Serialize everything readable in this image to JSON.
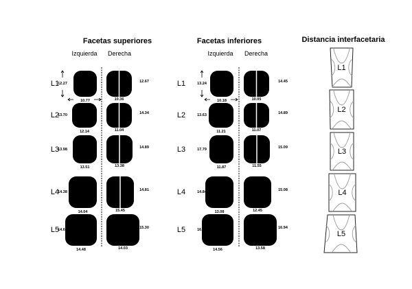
{
  "levels": [
    "L1",
    "L2",
    "L3",
    "L4",
    "L5"
  ],
  "panels": [
    {
      "title": "Facetas superiores",
      "left_label": "Izquierda",
      "right_label": "Derecha",
      "left_heights": [
        "12.27",
        "13.70",
        "13.98",
        "14.38",
        "14.66"
      ],
      "left_widths": [
        "10.77",
        "12.14",
        "13.51",
        "14.04",
        "14.48"
      ],
      "right_heights": [
        "12.67",
        "14.34",
        "14.89",
        "14.81",
        "15.30"
      ],
      "right_widths": [
        "10.36",
        "11.04",
        "13.38",
        "15.45",
        "14.03"
      ],
      "right_split": [
        true,
        true,
        true,
        true,
        false
      ]
    },
    {
      "title": "Facetas inferiores",
      "left_label": "Izquierda",
      "right_label": "Derecha",
      "left_heights": [
        "13.24",
        "13.63",
        "17.79",
        "14.84",
        "16.50"
      ],
      "left_widths": [
        "10.18",
        "11.21",
        "11.87",
        "13.08",
        "14.56"
      ],
      "right_heights": [
        "14.45",
        "14.89",
        "15.09",
        "15.08",
        "16.94"
      ],
      "right_widths": [
        "10.05",
        "11.07",
        "11.55",
        "12.45",
        "13.58"
      ],
      "right_split": [
        true,
        true,
        true,
        false,
        false
      ]
    }
  ],
  "distance": {
    "title": "Distancia interfacetaria",
    "labels": [
      "L1",
      "L2",
      "L3",
      "L4",
      "L5"
    ]
  },
  "colors": {
    "facet": "#000000",
    "curve": "#9a9a9a"
  }
}
